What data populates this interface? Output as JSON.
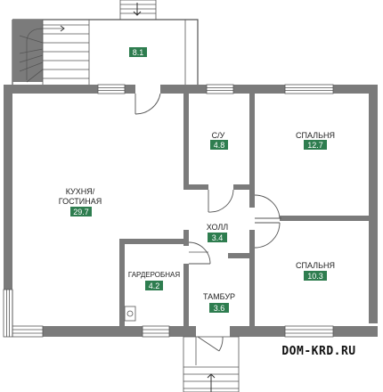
{
  "colors": {
    "wall": "#7b7b7b",
    "badge": "#2e7d4f",
    "line": "#555555"
  },
  "rooms": {
    "terrace": {
      "area": "8.1"
    },
    "kitchen": {
      "name_line1": "КУХНЯ/",
      "name_line2": "ГОСТИНАЯ",
      "area": "29.7"
    },
    "bathroom": {
      "name": "С/У",
      "area": "4.8"
    },
    "bedroom1": {
      "name": "СПАЛЬНЯ",
      "area": "12.7"
    },
    "hall": {
      "name": "ХОЛЛ",
      "area": "3.4"
    },
    "bedroom2": {
      "name": "СПАЛЬНЯ",
      "area": "10.3"
    },
    "wardrobe": {
      "name": "ГАРДЕРОБНАЯ",
      "area": "4.2"
    },
    "vestibule": {
      "name": "ТАМБУР",
      "area": "3.6"
    }
  },
  "brand": "DOM-KRD.RU"
}
